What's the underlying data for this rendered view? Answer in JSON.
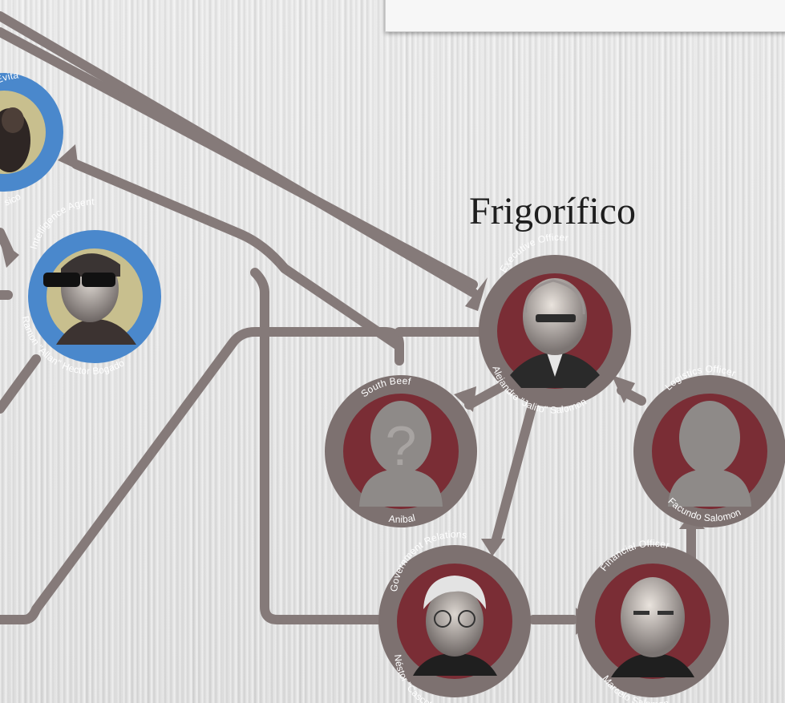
{
  "group_title": "Frigorífico",
  "nodes": [
    {
      "id": "evita",
      "top_label": "o Evita",
      "bottom_label": "sico",
      "ring_color": "#4a88cc"
    },
    {
      "id": "intel",
      "top_label": "Intelligence Agent",
      "bottom_label": "Ramon \"Allan\" Hector Bogado",
      "ring_color": "#4a88cc"
    },
    {
      "id": "exec",
      "top_label": "Executive Officer",
      "bottom_label": "Alejandro \"Jalito\" Salomon",
      "ring_color": "#7d7170"
    },
    {
      "id": "southbeef",
      "top_label": "South Beef",
      "bottom_label": "Anibal",
      "ring_color": "#7d7170",
      "unknown": true
    },
    {
      "id": "logistics",
      "top_label": "Logistics Officer",
      "bottom_label": "Facundo Salomon",
      "ring_color": "#7d7170"
    },
    {
      "id": "gov",
      "top_label": "Government Relations",
      "bottom_label": "Néstor \"Cascote\" González",
      "ring_color": "#7d7170"
    },
    {
      "id": "finance",
      "top_label": "Financial Officer",
      "bottom_label": "Marcelo Salomon",
      "ring_color": "#7d7170"
    }
  ],
  "colors": {
    "line": "#857a79",
    "maroon": "#7a2d35",
    "blue": "#4a88cc",
    "blue_inner": "#c8bf8e"
  }
}
